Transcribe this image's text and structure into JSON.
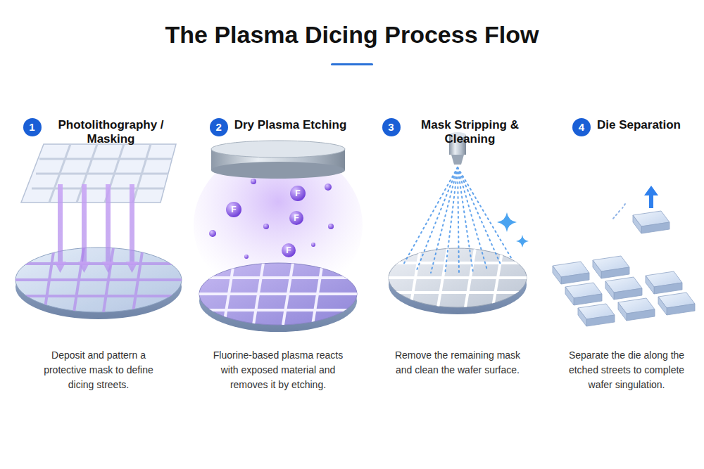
{
  "diagram": {
    "title": "The Plasma Dicing Process Flow",
    "nodes": [
      {
        "text": [
          "1",
          "Photolithography / Masking",
          "Deposit and pattern a protective mask to define dicing streets."
        ]
      },
      {
        "text": [
          "2",
          "Dry Plasma Etching",
          "Fluorine-based plasma reacts with exposed material and removes it by etching."
        ]
      },
      {
        "text": [
          "3",
          "Mask Stripping & Cleaning",
          "Remove the remaining mask and clean the wafer surface."
        ]
      },
      {
        "text": [
          "4",
          "Die Separation",
          "Separate the die along the etched streets to complete wafer singulation."
        ]
      }
    ],
    "edges": [
      {
        "from": 0,
        "to": 1,
        "arrow": "to"
      },
      {
        "from": 1,
        "to": 2,
        "arrow": "to"
      },
      {
        "from": 2,
        "to": 3,
        "arrow": "to"
      }
    ],
    "labels": [
      "F",
      "F",
      "F",
      "F"
    ]
  }
}
